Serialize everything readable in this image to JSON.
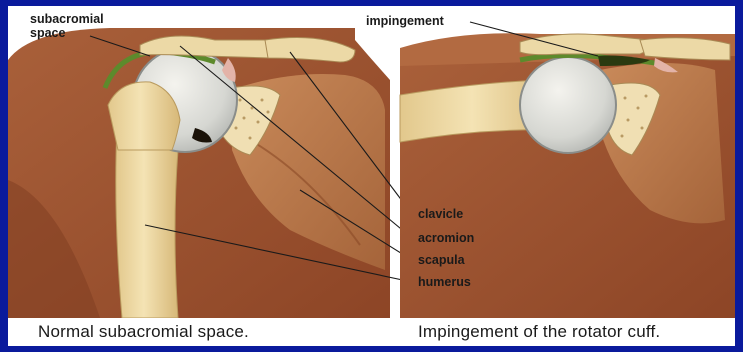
{
  "labels": {
    "subacromial_line1": "subacromial",
    "subacromial_line2": "space",
    "impingement": "impingement",
    "clavicle": "clavicle",
    "acromion": "acromion",
    "scapula": "scapula",
    "humerus": "humerus"
  },
  "captions": {
    "left": "Normal subacromial space.",
    "right": "Impingement of the rotator cuff."
  },
  "colors": {
    "border": "#0a1a9c",
    "muscle": "#9a4e2c",
    "bone": "#e6cf96",
    "cuff": "#6f9a3a"
  }
}
